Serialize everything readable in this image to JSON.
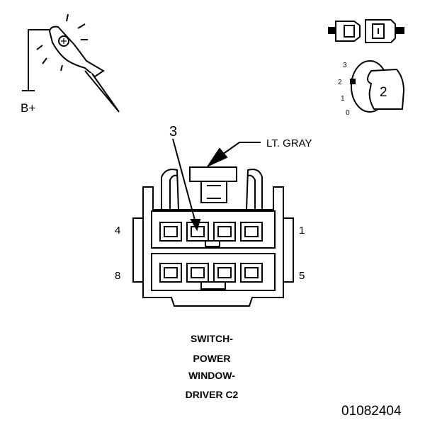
{
  "probe": {
    "supply_label": "B+"
  },
  "position_indicator": {
    "positions": [
      "3",
      "2",
      "1",
      "0"
    ],
    "selected": "2"
  },
  "connector": {
    "color_label": "LT. GRAY",
    "callout_pin": "3",
    "pin_top_left": "4",
    "pin_top_right": "1",
    "pin_bottom_left": "8",
    "pin_bottom_right": "5"
  },
  "title_lines": [
    "SWITCH-",
    "POWER",
    "WINDOW-",
    "DRIVER C2"
  ],
  "figure_number": "01082404"
}
